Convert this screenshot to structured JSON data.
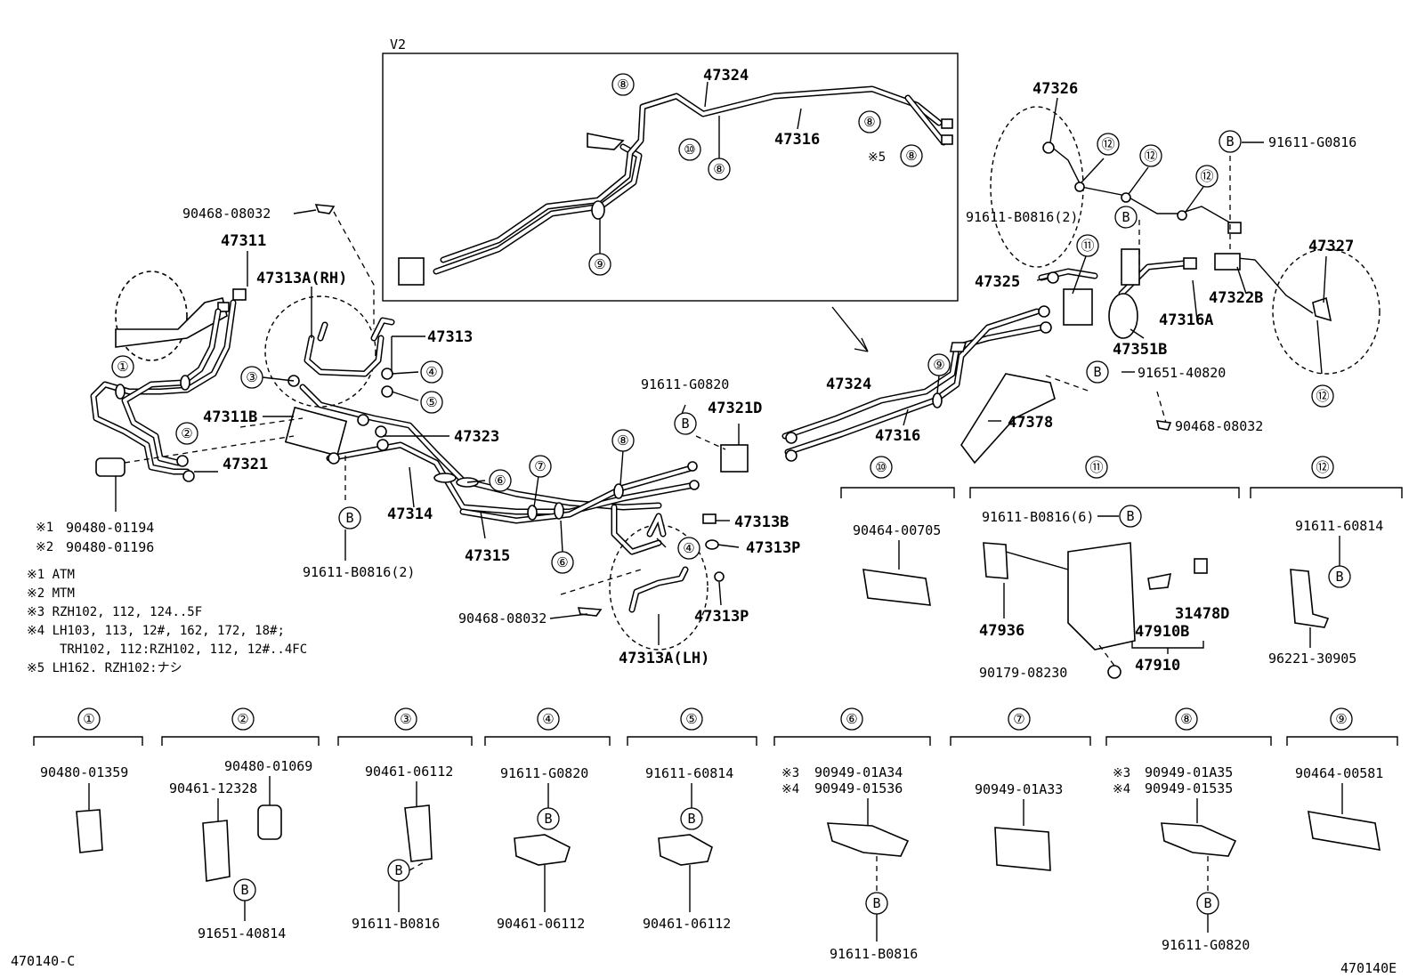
{
  "title": "V2",
  "part_labels": {
    "p47324a": "47324",
    "p47316a": "47316",
    "p47326": "47326",
    "p91611g0816": "91611-G0816",
    "p91611b0816_2a": "91611-B0816(2)",
    "p90468_08032a": "90468-08032",
    "p47311": "47311",
    "p47313a_rh": "47313A(RH)",
    "p47313": "47313",
    "p47325": "47325",
    "p47316a_b": "47316A",
    "p47327": "47327",
    "p47322b": "47322B",
    "p47351b": "47351B",
    "p91651_40820": "91651-40820",
    "p47324b": "47324",
    "p47316b": "47316",
    "p47378": "47378",
    "p90468_08032b": "90468-08032",
    "p47311b": "47311B",
    "p47323": "47323",
    "p47321": "47321",
    "p47314": "47314",
    "p47315": "47315",
    "p91611g0820a": "91611-G0820",
    "p47321d": "47321D",
    "p47313b": "47313B",
    "p47313p_a": "47313P",
    "p47313p_b": "47313P",
    "p90468_08032c": "90468-08032",
    "p47313a_lh": "47313A(LH)",
    "p91611b0816_2b": "91611-B0816(2)",
    "p90480_01194": "90480-01194",
    "p90480_01196": "90480-01196",
    "p90464_00705": "90464-00705",
    "p91611b0816_6": "91611-B0816(6)",
    "p47936": "47936",
    "p47910b": "47910B",
    "p31478d": "31478D",
    "p47910": "47910",
    "p90179_08230": "90179-08230",
    "p91611_60814a": "91611-60814",
    "p96221_30905": "96221-30905",
    "p90480_01359": "90480-01359",
    "p90480_01069": "90480-01069",
    "p90461_12328": "90461-12328",
    "p91651_40814": "91651-40814",
    "p90461_06112a": "90461-06112",
    "p91611b0816_c": "91611-B0816",
    "p91611g0820b": "91611-G0820",
    "p90461_06112b": "90461-06112",
    "p91611_60814b": "91611-60814",
    "p90461_06112c": "90461-06112",
    "p90949_01a34": "90949-01A34",
    "p90949_01536": "90949-01536",
    "p91611b0816_d": "91611-B0816",
    "p90949_01a33": "90949-01A33",
    "p90949_01a35": "90949-01A35",
    "p90949_01535": "90949-01535",
    "p91611g0820c": "91611-G0820",
    "p90464_00581": "90464-00581"
  },
  "notes": {
    "mark1": "※1",
    "mark2": "※2",
    "mark3": "※3",
    "mark4": "※4",
    "mark5": "※5",
    "n1": "※1 ATM",
    "n2": "※2 MTM",
    "n3": "※3 RZH102, 112, 124..5F",
    "n4a": "※4 LH103, 113, 12#, 162, 172, 18#;",
    "n4b": "TRH102, 112:RZH102, 112, 12#..4FC",
    "n5": "※5 LH162. RZH102:ナシ"
  },
  "callouts": {
    "c1": "①",
    "c2": "②",
    "c3": "③",
    "c4": "④",
    "c5": "⑤",
    "c6": "⑥",
    "c7": "⑦",
    "c8": "⑧",
    "c9": "⑨",
    "c10": "⑩",
    "c11": "⑪",
    "c12": "⑫",
    "cB": "B"
  },
  "footer": {
    "left": "470140-C",
    "right": "470140E"
  }
}
